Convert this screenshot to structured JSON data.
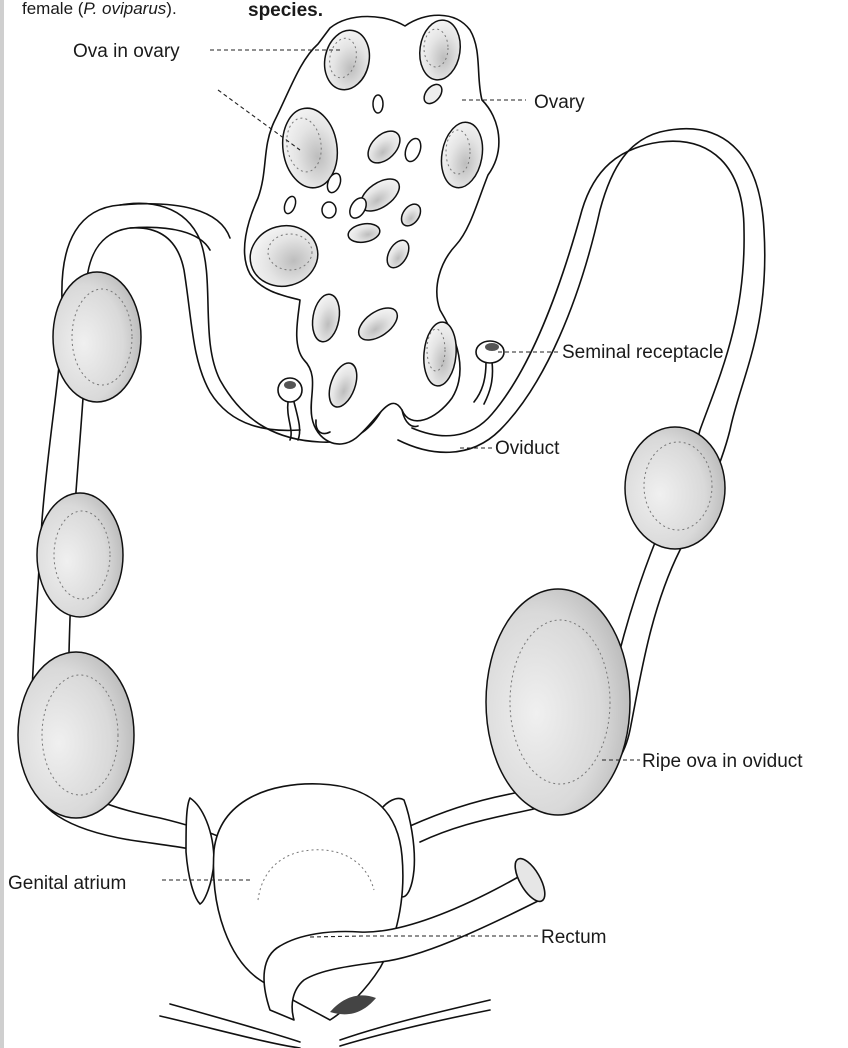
{
  "caption": {
    "left_fragment": "female (",
    "species_italic": "P. oviparus",
    "left_end": ").",
    "right_fragment": "species."
  },
  "labels": {
    "ova_in_ovary": "Ova in ovary",
    "ovary": "Ovary",
    "seminal_receptacle": "Seminal receptacle",
    "oviduct": "Oviduct",
    "ripe_ova": "Ripe ova in oviduct",
    "genital_atrium": "Genital atrium",
    "rectum": "Rectum"
  },
  "colors": {
    "ink": "#111111",
    "egg_shade": "#c4c4c4",
    "background": "#ffffff"
  }
}
